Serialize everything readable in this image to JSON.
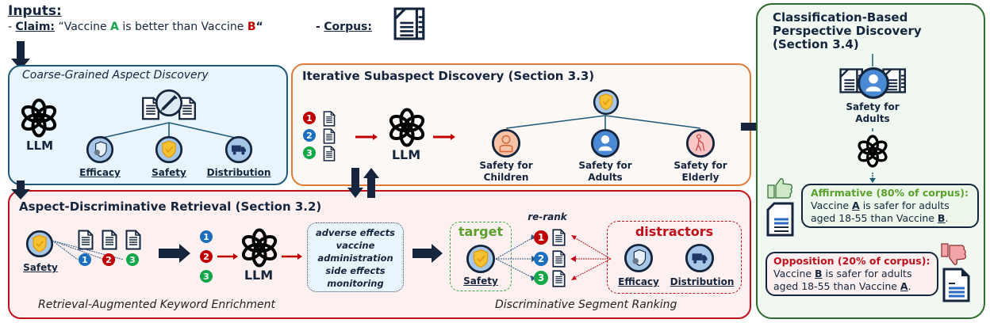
{
  "inputs": {
    "title": "Inputs:",
    "dash": "-",
    "claim_label": "Claim:",
    "claim_open_quote": "“Vaccine ",
    "claim_a": "A",
    "claim_middle": " is better than Vaccine ",
    "claim_b": "B",
    "claim_close_quote": "“",
    "corpus_label": "Corpus:",
    "corpus_icon": "document-icon"
  },
  "coarse": {
    "title": "Coarse-Grained Aspect Discovery",
    "llm_label": "LLM",
    "root_icon": "syringe-icon",
    "aspects": [
      {
        "label": "Efficacy",
        "icon": "virus-shield-icon"
      },
      {
        "label": "Safety",
        "icon": "shield-check-icon"
      },
      {
        "label": "Distribution",
        "icon": "truck-icon"
      }
    ]
  },
  "iterative": {
    "title": "Iterative Subaspect Discovery (Section 3.3)",
    "ranks": [
      "1",
      "2",
      "3"
    ],
    "llm_label": "LLM",
    "root_icon": "shield-check-icon",
    "subaspects": [
      {
        "line1": "Safety for",
        "line2": "Children",
        "icon": "child-icon"
      },
      {
        "line1": "Safety for",
        "line2": "Adults",
        "icon": "adult-icon"
      },
      {
        "line1": "Safety for",
        "line2": "Elderly",
        "icon": "elderly-icon"
      }
    ]
  },
  "retrieval": {
    "title": "Aspect-Discriminative Retrieval (Section 3.2)",
    "safety_label": "Safety",
    "ranks": [
      "1",
      "2",
      "3"
    ],
    "llm_label": "LLM",
    "keywords": [
      "adverse effects",
      "vaccine",
      "administration",
      "side effects",
      "monitoring"
    ],
    "enrichment_caption": "Retrieval-Augmented Keyword Enrichment",
    "target_label": "target",
    "rerank_label": "re-rank",
    "distractors_label": "distractors",
    "distractors": [
      "Efficacy",
      "Distribution"
    ],
    "ranking_caption": "Discriminative Segment Ranking"
  },
  "classification": {
    "title_lines": [
      "Classification-Based",
      "Perspective Discovery",
      "(Section 3.4)"
    ],
    "node_line1": "Safety for",
    "node_line2": "Adults",
    "affirmative": {
      "heading": "Affirmative (80% of corpus):",
      "t1": "Vaccine ",
      "v1": "A",
      "t2": " is safer for adults",
      "t3": "aged 18-55 than Vaccine ",
      "v2": "B",
      "t4": "."
    },
    "opposition": {
      "heading": "Opposition  (20% of corpus):",
      "t1": "Vaccine ",
      "v1": "B",
      "t2": " is safer for adults",
      "t3": "aged 18-55 than Vaccine ",
      "v2": "A",
      "t4": "."
    }
  },
  "colors": {
    "navy": "#14253d",
    "blue_panel_border": "#1f5a7a",
    "orange_panel_border": "#e07b39",
    "red_panel_border": "#c0101a",
    "green_panel_border": "#2e6b2e",
    "rank1": "#c00000",
    "rank2": "#1a6fc0",
    "rank3": "#12a84a",
    "green_text": "#5aa02c",
    "red_text": "#c0101a"
  }
}
